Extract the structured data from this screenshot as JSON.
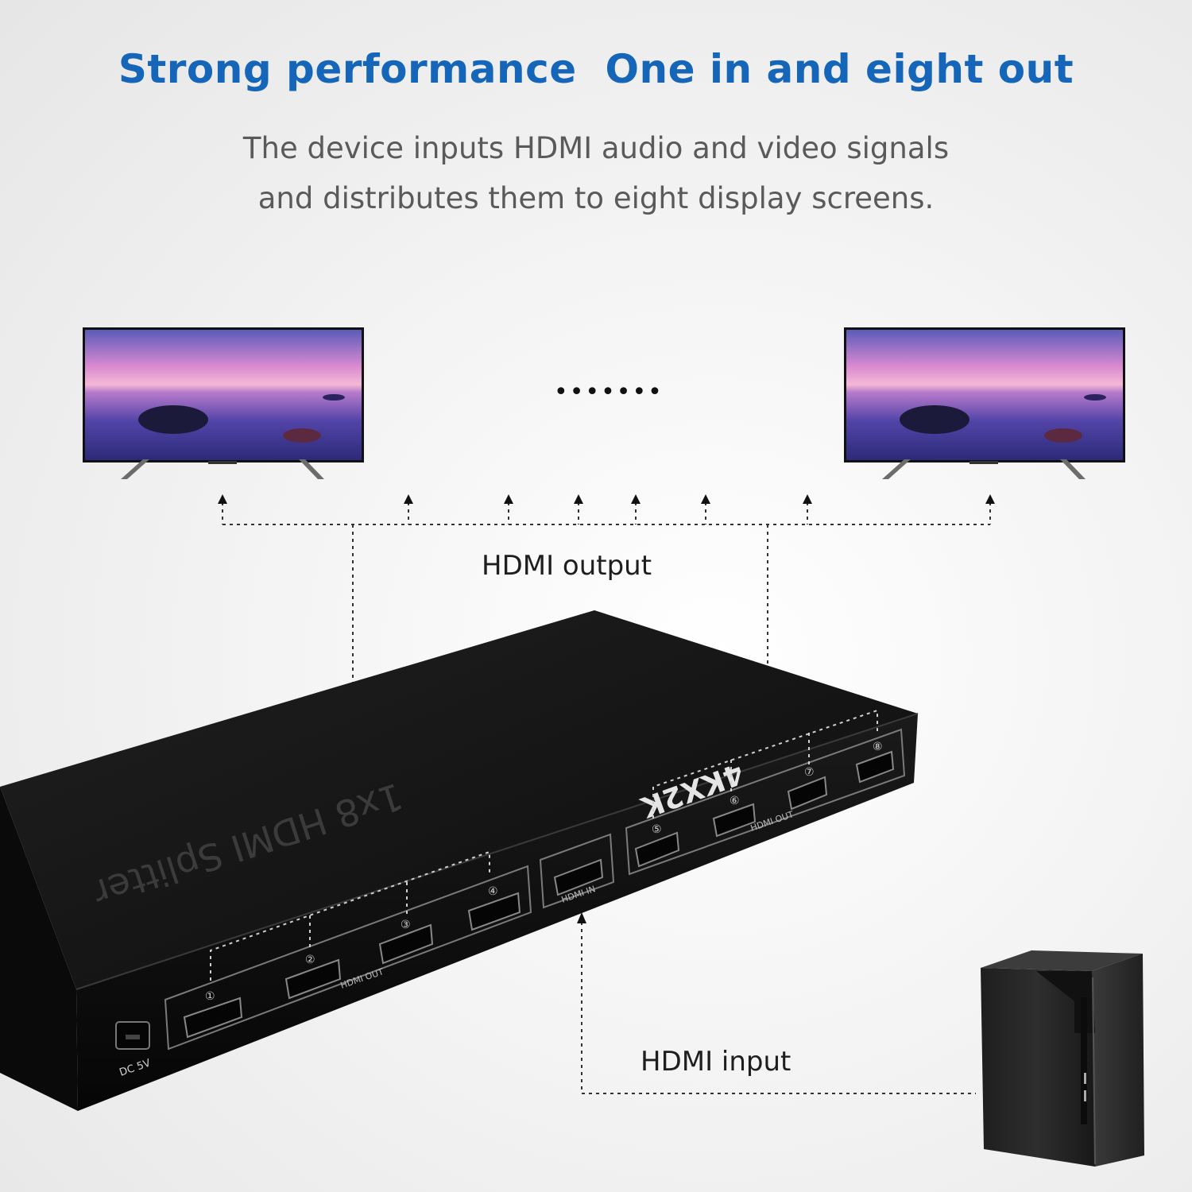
{
  "header": {
    "title": "Strong performance  One in and eight out",
    "subtitle_line1": "The device inputs HDMI audio and video signals",
    "subtitle_line2": "and distributes them to eight display screens."
  },
  "diagram": {
    "ellipsis": "•••••••",
    "output_label": "HDMI output",
    "input_label": "HDMI input"
  },
  "device": {
    "top_label": "1x8 HDMI Splitter",
    "resolution_badge": "4KX2K",
    "port_group_left_label": "HDMI OUT",
    "port_group_right_label": "HDMI OUT",
    "input_port_label": "HDMI IN",
    "power_label": "DC 5V",
    "port_numbers": [
      "①",
      "②",
      "③",
      "④",
      "⑤",
      "⑥",
      "⑦",
      "⑧"
    ]
  },
  "colors": {
    "headline": "#1565b8",
    "subtitle": "#5a5a5a",
    "device_body": "#141414"
  }
}
